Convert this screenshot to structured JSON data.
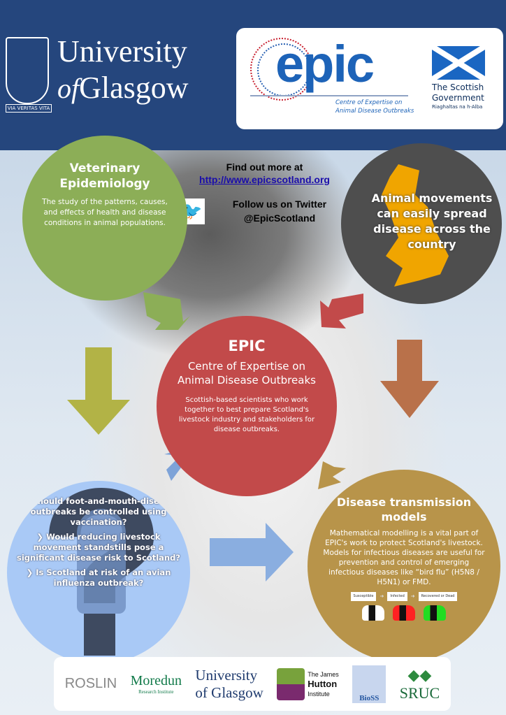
{
  "header": {
    "university": {
      "line1": "University",
      "line2_of": "of",
      "line2": "Glasgow",
      "motto": "VIA VERITAS VITA"
    },
    "epic": {
      "wordmark": "epic",
      "subtitle1": "Centre of Expertise on",
      "subtitle2": "Animal Disease Outbreaks"
    },
    "scotgov": {
      "line1": "The Scottish",
      "line2": "Government",
      "line3": "Riaghaltas na h-Alba"
    }
  },
  "info": {
    "find": "Find out more at",
    "url": "http://www.epicscotland.org",
    "twitter_line1": "Follow us on Twitter",
    "twitter_handle": "@EpicScotland",
    "twitter_icon": "twitter-bird"
  },
  "vet": {
    "title": "Veterinary Epidemiology",
    "body": "The study of the patterns, causes, and effects of health and disease conditions in animal populations."
  },
  "movements": {
    "text": "Animal movements can easily spread disease across the country"
  },
  "epic_center": {
    "title": "EPIC",
    "subtitle": "Centre of Expertise on Animal Disease Outbreaks",
    "body": "Scottish-based scientists who work together to best prepare Scotland's livestock industry and stakeholders for disease outbreaks."
  },
  "questions": {
    "items": [
      "Should foot-and-mouth-disease outbreaks be controlled using vaccination?",
      "Would reducing livestock movement standstills pose a significant disease risk to Scotland?",
      "Is Scotland at risk of an avian influenza outbreak?"
    ]
  },
  "models": {
    "title": "Disease transmission models",
    "body": "Mathematical modelling is a vital part of EPIC's work to protect Scotland's livestock. Models for infectious diseases are useful for prevention and control of emerging infectious diseases like “bird flu” (H5N8 / H5N1) or FMD.",
    "states": [
      "Susceptible",
      "Infected",
      "Recovered or Dead"
    ]
  },
  "partners": {
    "roslin": "ROSLIN",
    "moredun": "Moredun",
    "moredun_sub": "Research Institute",
    "uog1": "University",
    "uog2": "of Glasgow",
    "hutton1": "The James",
    "hutton2": "Hutton",
    "hutton3": "Institute",
    "bioss": "BioSS",
    "sruc": "SRUC"
  },
  "colors": {
    "header": "#25467d",
    "green": "#8cae57",
    "red": "#c24a4a",
    "blue": "#a9c9f6",
    "gold": "#b8944a"
  }
}
